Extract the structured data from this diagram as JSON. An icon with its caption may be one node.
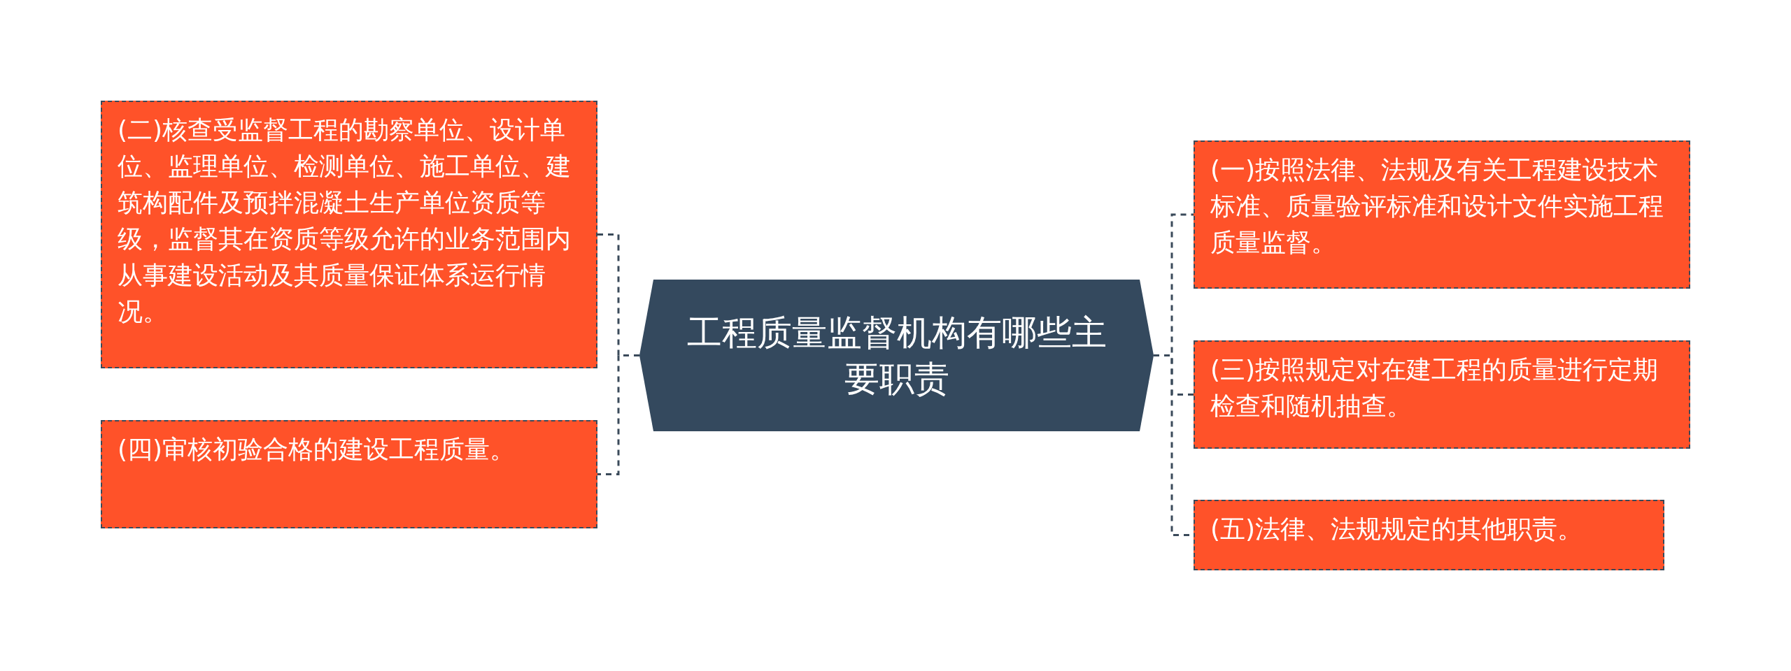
{
  "diagram": {
    "nodes": [
      {
        "text": [
          "工程质量监督机构有哪些主要职责"
        ]
      },
      {
        "text": [
          "(二)核查受监督工程的勘察单位、设计单位、监理单位、检测单位、施工单位、建筑构配件及预拌混凝土生产单位资质等级，监督其在资质等级允许的业务范围内从事建设活动及其质量保证体系运行情况。"
        ]
      },
      {
        "text": [
          "(四)审核初验合格的建设工程质量。"
        ]
      },
      {
        "text": [
          "(一)按照法律、法规及有关工程建设技术标准、质量验评标准和设计文件实施工程质量监督。"
        ]
      },
      {
        "text": [
          "(三)按照规定对在建工程的质量进行定期检查和随机抽查。"
        ]
      },
      {
        "text": [
          "(五)法律、法规规定的其他职责。"
        ]
      }
    ],
    "edges": [
      {
        "from": 0,
        "to": 1,
        "arrow": "none",
        "style": "dashed"
      },
      {
        "from": 0,
        "to": 2,
        "arrow": "none",
        "style": "dashed"
      },
      {
        "from": 0,
        "to": 3,
        "arrow": "none",
        "style": "dashed"
      },
      {
        "from": 0,
        "to": 4,
        "arrow": "none",
        "style": "dashed"
      },
      {
        "from": 0,
        "to": 5,
        "arrow": "none",
        "style": "dashed"
      }
    ]
  }
}
